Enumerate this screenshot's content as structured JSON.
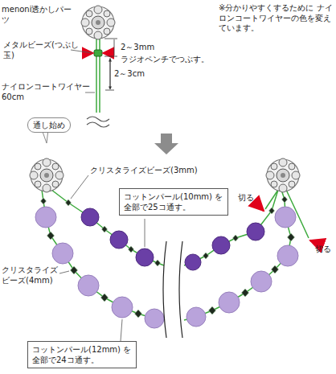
{
  "diagram": {
    "nodes": [
      {
        "text": [
          "通し始め"
        ]
      },
      {
        "text": [
          "コットンパール(10mm) を全部で25コ通す。"
        ]
      },
      {
        "text": [
          "コットンパール(12mm) を全部で24コ通す。"
        ]
      }
    ],
    "edges": [],
    "labels": [
      "menoni透かしパーツ",
      "※分かりやすくするために ナイロンコートワイヤーの色を変えています。",
      "メタルビーズ(つぶし玉)",
      "2～3mm",
      "ラジオペンチでつぶす。",
      "2～3cm",
      "ナイロンコートワイヤー 60cm",
      "クリスタライズビーズ(3mm)",
      "切る",
      "切る",
      "クリスタライズ ビーズ(4mm)"
    ]
  }
}
